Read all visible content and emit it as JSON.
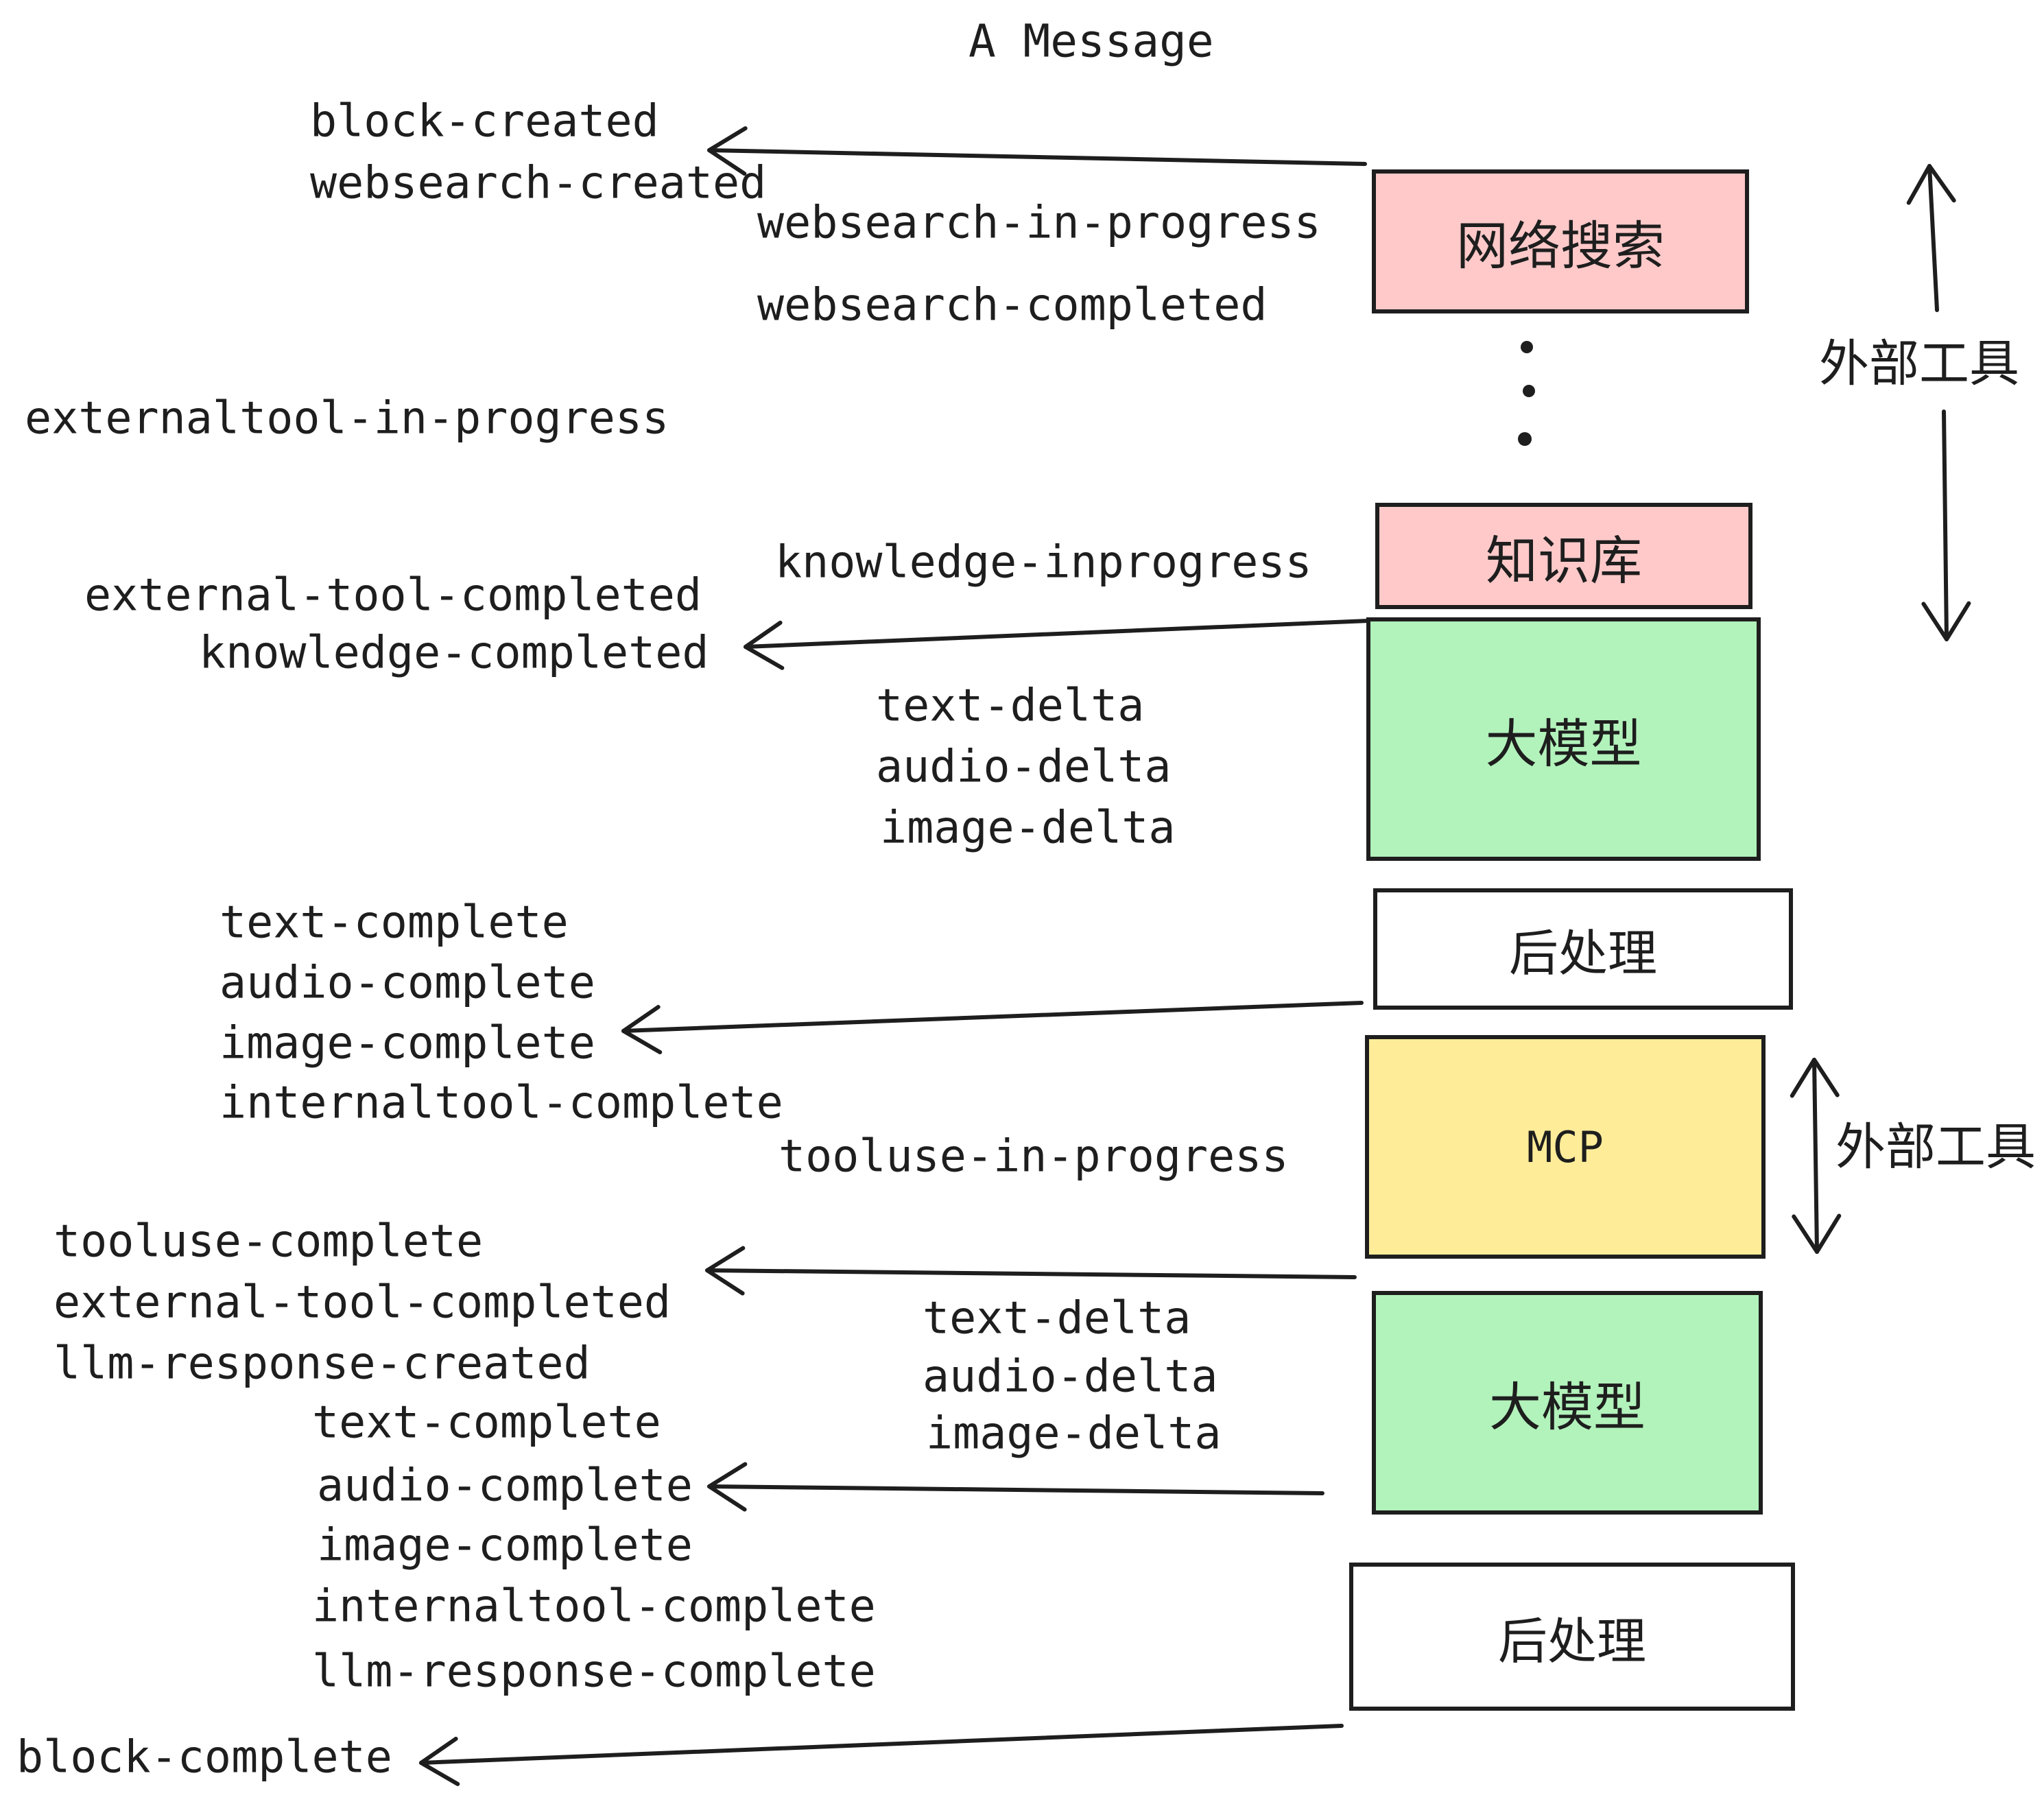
{
  "title": "A Message",
  "colors": {
    "box_pink": "#ffc9c9",
    "box_green": "#b2f2bb",
    "box_yellow": "#ffec99",
    "box_white": "#ffffff",
    "stroke": "#1e1e1e"
  },
  "boxes": {
    "websearch": "网络搜索",
    "knowledge": "知识库",
    "llm_top": "大模型",
    "postprocess_top": "后处理",
    "mcp": "MCP",
    "llm_bottom": "大模型",
    "postprocess_bottom": "后处理"
  },
  "side_labels": {
    "external_tools_top": "外部工具",
    "external_tools_mid": "外部工具"
  },
  "events": {
    "block_created": "block-created",
    "websearch_created": "websearch-created",
    "websearch_in_progress": "websearch-in-progress",
    "websearch_completed": "websearch-completed",
    "externaltool_in_progress": "externaltool-in-progress",
    "knowledge_inprogress": "knowledge-inprogress",
    "external_tool_completed": "external-tool-completed",
    "knowledge_completed": "knowledge-completed",
    "text_delta": "text-delta",
    "audio_delta": "audio-delta",
    "image_delta": "image-delta",
    "text_complete": "text-complete",
    "audio_complete": "audio-complete",
    "image_complete": "image-complete",
    "internaltool_complete": "internaltool-complete",
    "tooluse_in_progress": "tooluse-in-progress",
    "tooluse_complete": "tooluse-complete",
    "external_tool_completed_2": "external-tool-completed",
    "llm_response_created": "llm-response-created",
    "text_complete_2": "text-complete",
    "audio_complete_2": "audio-complete",
    "image_complete_2": "image-complete",
    "internaltool_complete_2": "internaltool-complete",
    "llm_response_complete": "llm-response-complete",
    "block_complete": "block-complete"
  }
}
